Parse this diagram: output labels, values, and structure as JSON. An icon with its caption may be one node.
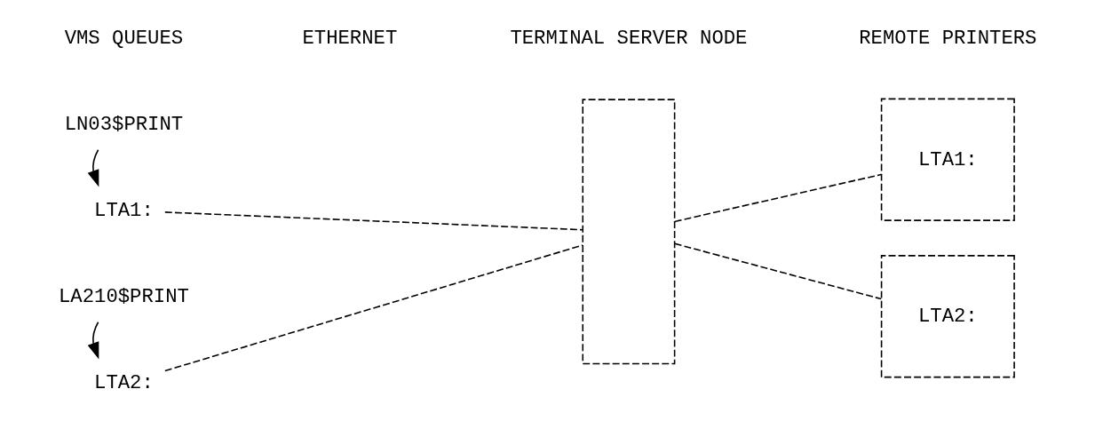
{
  "diagram": {
    "nodes": [
      {
        "text": [
          "LN03$PRINT"
        ]
      },
      {
        "text": [
          "LTA1:"
        ]
      },
      {
        "text": [
          "LA210$PRINT"
        ]
      },
      {
        "text": [
          "LTA2:"
        ]
      },
      {
        "text": [],
        "shape": "box"
      },
      {
        "text": [
          "LTA1:"
        ]
      },
      {
        "text": [
          "LTA2:"
        ]
      }
    ],
    "edges": [
      {
        "from": 0,
        "to": 1,
        "arrow": "to"
      },
      {
        "from": 2,
        "to": 3,
        "arrow": "to"
      },
      {
        "from": 1,
        "to": 4,
        "arrow": "none",
        "style": "dashed"
      },
      {
        "from": 3,
        "to": 4,
        "arrow": "none",
        "style": "dashed"
      },
      {
        "from": 4,
        "to": 5,
        "arrow": "none",
        "style": "dashed"
      },
      {
        "from": 4,
        "to": 6,
        "arrow": "none",
        "style": "dashed"
      }
    ],
    "labels": [
      "VMS QUEUES",
      "ETHERNET",
      "TERMINAL SERVER NODE",
      "REMOTE PRINTERS"
    ]
  }
}
